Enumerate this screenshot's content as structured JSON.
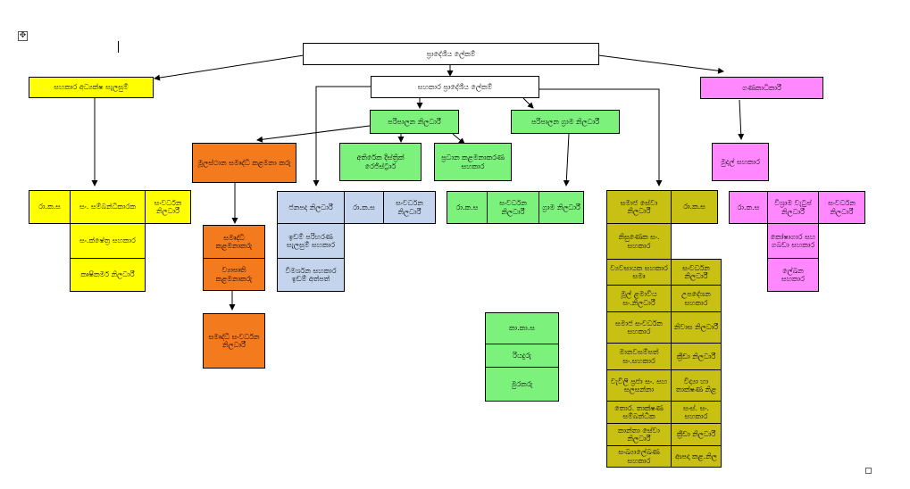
{
  "org_chart": {
    "top": {
      "divisional_secretary": "ප්‍රාදේශීය ලේකම්",
      "assistant_divisional_secretary": "සහකාර ප්‍රාදේශීය ලේකම්"
    },
    "yellow_branch": {
      "head": "සහකාර අධ්‍යක්ෂ සැලසුම්",
      "ro_ka_sa": "රා.ක.ස",
      "social_coordinator": "සං. සම්බන්ධීකාරක",
      "development_officer": "සංවර්ධන නිලධාරී",
      "field_assistant": "සං.ක්ෂේත්‍ර සහකාර",
      "agriculture_officer": "කෘෂිකර්ම නිලධාරී"
    },
    "administrative_officer": "පරිපාලන නිලධාරී",
    "administrative_grama_officer": "පරිපාලන ග්‍රාම නිලධාරී",
    "additional_district_registrar": "අතිරේක දිස්ත්‍රික් රෙජිස්ට්‍රාර්",
    "chief_management_assistant": "ප්‍රධාන කළමනාකරණ සහකාර",
    "green_row": {
      "ro_ka_sa": "රා.ක.ස",
      "development_officer": "සංවර්ධන නිලධාරී",
      "grama_niladhari": "ග්‍රාම නිලධාරී"
    },
    "orange_branch": {
      "head": "මූලස්ථාන සමෘද්ධි කළමනා කරු",
      "samurdhi_manager": "සමෘද්ධි කළමනාකරු",
      "bank_manager": "ව්‍යාපෘති කළමනාකරු",
      "samurdhi_dev_officer": "සමෘද්ධි සංවර්ධන නිලධාරී"
    },
    "blue_branch": {
      "public_officer": "ජනපද නිලධාරී",
      "ro_ka_sa": "රා.ක.ස",
      "development_officer": "සංවර්ධන නිලධාරී",
      "land_planning_assistant": "ඉඩම් පරිහරණ සැලසුම් සහකාර",
      "survey_assistant": "විමර්ශන සහකාර ඉඩම් අත්පත්"
    },
    "grey_box": {
      "ka_ka_sa": "කා.කා.ස",
      "driver": "රියදුරු",
      "office_aide": "මුරකරු"
    },
    "olive_branch": {
      "social_services_officer": "සමාජ සේවා නිලධාරී",
      "ro_ka_sa": "රා.ක.ස",
      "mgmt_assistant": "නිසුණෙක සං. සහකාර",
      "rows": [
        [
          "ව්‍යවසායක සහකාර සමෘ",
          "සංවර්ධන නිලධාරී"
        ],
        [
          "මූල් ළමාවිය සං.නිලධාරී",
          "උපදේශන සහකාර"
        ],
        [
          "සමාජ සංවර්ධන සහකාර",
          "නිවාස නිලධාරී"
        ],
        [
          "මානවසම්පත් සං.සහකාර",
          "ක්‍රීඩා නිලධාරී"
        ],
        [
          "වැවිලි ප්‍රජා සං. සහ සලසන්නා",
          "විද්‍යා හා තාක්ෂණ නිළ"
        ],
        [
          "තොර. තාක්ෂණ සම්බන්ධීක",
          "සංස්. සං. සහකාර"
        ],
        [
          "කාන්තා සේවා නිලධාරී",
          "ක්‍රීඩා නිලධාරී"
        ],
        [
          "සංඛ්‍යාලේඛණ සහකාර",
          "ආපදා කළ.නිල"
        ]
      ]
    },
    "pink_branch": {
      "accountant": "ගණකාධිකාරී",
      "funds_assistant": "මුදල් සහකාර",
      "ro_ka_sa": "රා.ක.ස",
      "pension_officer": "විශ්‍රාම වැටුප් නිලධාරී",
      "development_officer": "සංවර්ධන නිලධාරී",
      "store_assistant": "කෝෂාගාර සහ ගබඩා සහකාර",
      "clerical_assistant": "ලේඛන සහකාර"
    }
  },
  "editor": {
    "move_handle_icon": "move-cross-icon",
    "move_handle_glyph": "✥",
    "resize_handle_icon": "resize-square-icon",
    "colors": {
      "yellow": "#ffff00",
      "green": "#7cf27c",
      "orange": "#f47a1e",
      "blue": "#c4d4ec",
      "olive": "#c8c012",
      "pink": "#ff88ff"
    }
  }
}
